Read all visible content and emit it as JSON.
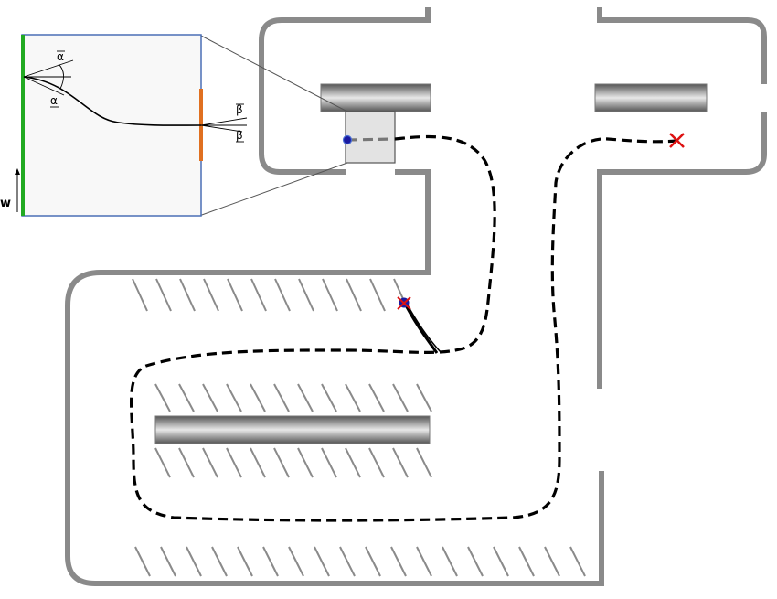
{
  "labels": {
    "alpha_upper": "α",
    "alpha_lower": "α",
    "beta_upper": "β",
    "beta_lower": "β",
    "width": "w"
  },
  "colors": {
    "start_edge": "#22aa22",
    "goal_edge": "#e07020",
    "inset_border": "#4a6fb5",
    "goal_marker": "#dd1111",
    "start_marker": "#1a1aa0",
    "path": "#000000",
    "wall": "#8a8a8a"
  }
}
